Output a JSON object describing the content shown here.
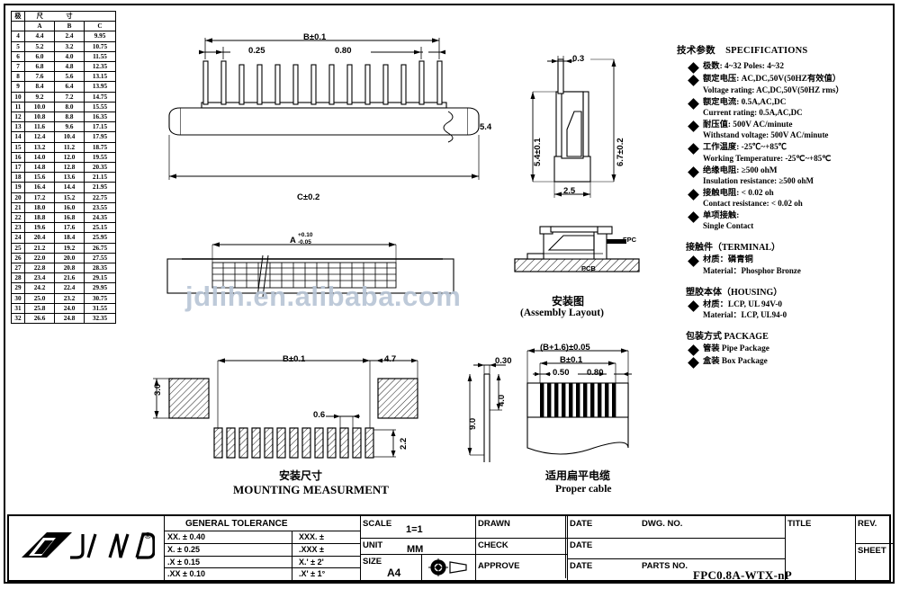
{
  "sheet": {
    "watermark": "jdlih.en.alibaba.com"
  },
  "dim_table": {
    "header_top_left": "极",
    "header_top_mid": "尺",
    "header_top_right": "寸",
    "columns": [
      "A",
      "B",
      "C"
    ],
    "rows": [
      {
        "poles": "4",
        "a": "4.4",
        "b": "2.4",
        "c": "9.95"
      },
      {
        "poles": "5",
        "a": "5.2",
        "b": "3.2",
        "c": "10.75"
      },
      {
        "poles": "6",
        "a": "6.0",
        "b": "4.0",
        "c": "11.55"
      },
      {
        "poles": "7",
        "a": "6.8",
        "b": "4.8",
        "c": "12.35"
      },
      {
        "poles": "8",
        "a": "7.6",
        "b": "5.6",
        "c": "13.15"
      },
      {
        "poles": "9",
        "a": "8.4",
        "b": "6.4",
        "c": "13.95"
      },
      {
        "poles": "10",
        "a": "9.2",
        "b": "7.2",
        "c": "14.75"
      },
      {
        "poles": "11",
        "a": "10.0",
        "b": "8.0",
        "c": "15.55"
      },
      {
        "poles": "12",
        "a": "10.8",
        "b": "8.8",
        "c": "16.35"
      },
      {
        "poles": "13",
        "a": "11.6",
        "b": "9.6",
        "c": "17.15"
      },
      {
        "poles": "14",
        "a": "12.4",
        "b": "10.4",
        "c": "17.95"
      },
      {
        "poles": "15",
        "a": "13.2",
        "b": "11.2",
        "c": "18.75"
      },
      {
        "poles": "16",
        "a": "14.0",
        "b": "12.0",
        "c": "19.55"
      },
      {
        "poles": "17",
        "a": "14.8",
        "b": "12.8",
        "c": "20.35"
      },
      {
        "poles": "18",
        "a": "15.6",
        "b": "13.6",
        "c": "21.15"
      },
      {
        "poles": "19",
        "a": "16.4",
        "b": "14.4",
        "c": "21.95"
      },
      {
        "poles": "20",
        "a": "17.2",
        "b": "15.2",
        "c": "22.75"
      },
      {
        "poles": "21",
        "a": "18.0",
        "b": "16.0",
        "c": "23.55"
      },
      {
        "poles": "22",
        "a": "18.8",
        "b": "16.8",
        "c": "24.35"
      },
      {
        "poles": "23",
        "a": "19.6",
        "b": "17.6",
        "c": "25.15"
      },
      {
        "poles": "24",
        "a": "20.4",
        "b": "18.4",
        "c": "25.95"
      },
      {
        "poles": "25",
        "a": "21.2",
        "b": "19.2",
        "c": "26.75"
      },
      {
        "poles": "26",
        "a": "22.0",
        "b": "20.0",
        "c": "27.55"
      },
      {
        "poles": "27",
        "a": "22.8",
        "b": "20.8",
        "c": "28.35"
      },
      {
        "poles": "28",
        "a": "23.4",
        "b": "21.6",
        "c": "29.15"
      },
      {
        "poles": "29",
        "a": "24.2",
        "b": "22.4",
        "c": "29.95"
      },
      {
        "poles": "30",
        "a": "25.0",
        "b": "23.2",
        "c": "30.75"
      },
      {
        "poles": "31",
        "a": "25.8",
        "b": "24.0",
        "c": "31.55"
      },
      {
        "poles": "32",
        "a": "26.6",
        "b": "24.8",
        "c": "32.35"
      }
    ]
  },
  "front_view": {
    "dim_overall": "B±0.1",
    "dim_first_pitch": "0.25",
    "dim_pitch": "0.80",
    "dim_width": "C±0.2",
    "dim_height": "5.4"
  },
  "side_view": {
    "dim_top": "0.3",
    "dim_left": "5.4±0.1",
    "dim_right": "6.7±0.2",
    "dim_bottom": "2.5"
  },
  "top_view": {
    "dim_a": "A",
    "dim_a_plus": "+0.10",
    "dim_a_minus": "-0.05"
  },
  "assembly": {
    "label_fpc": "FPC",
    "label_pcb": "PCB",
    "caption_cn": "安装图",
    "caption_en": "(Assembly Layout)"
  },
  "mounting": {
    "dim_b": "B±0.1",
    "dim_47": "4.7",
    "dim_30": "3.0",
    "dim_06": "0.6",
    "dim_22": "2.2",
    "caption_cn": "安装尺寸",
    "caption_en": "MOUNTING MEASURMENT"
  },
  "cable": {
    "dim_thickness": "0.30",
    "dim_40": "4.0",
    "dim_90": "9.0",
    "dim_outer": "(B+1.6)±0.05",
    "dim_b": "B±0.1",
    "dim_050": "0.50",
    "dim_080": "0.80",
    "caption_cn": "适用扁平电缆",
    "caption_en": "Proper cable"
  },
  "specifications": {
    "title_cn": "技术参数",
    "title_en": "SPECIFICATIONS",
    "items": [
      {
        "cn": "极数: 4~32      Poles: 4~32",
        "en": ""
      },
      {
        "cn": "额定电压: AC,DC,50V(50HZ有效值）",
        "en": "Voltage rating: AC,DC,50V(50HZ rms）"
      },
      {
        "cn": "额定电流: 0.5A,AC,DC",
        "en": "Current rating: 0.5A,AC,DC"
      },
      {
        "cn": "耐压值: 500V AC/minute",
        "en": "Withstand voltage: 500V AC/minute"
      },
      {
        "cn": "工作温度: -25℃~+85℃",
        "en": "Working Temperature: -25℃~+85℃"
      },
      {
        "cn": "绝缘电阻: ≥500 ohM",
        "en": "Insulation resistance:  ≥500 ohM"
      },
      {
        "cn": "接触电阻: < 0.02 oh",
        "en": "Contact resistance: < 0.02 oh"
      },
      {
        "cn": "单项接触:",
        "en": "Single Contact"
      }
    ],
    "terminal": {
      "head": "接触件（TERMINAL）",
      "cn": "材质：磷青铜",
      "en": "Material：Phosphor Bronze"
    },
    "housing": {
      "head": "塑胶本体（HOUSING）",
      "cn": "材质：LCP, UL 94V-0",
      "en": "Material：LCP, UL94-0"
    },
    "package": {
      "head": "包装方式   PACKAGE",
      "item1": "管装  Pipe Package",
      "item2": "盒装  Box Package"
    }
  },
  "title_block": {
    "logo_text": "JIND",
    "logo_mark": "®",
    "tolerance_header": "GENERAL  TOLERANCE",
    "tolerances": [
      {
        "left": "XX. ± 0.40",
        "right": "XXX. ±"
      },
      {
        "left": "X. ± 0.25",
        "right": ".XXX ±"
      },
      {
        "left": ".X ± 0.15",
        "right": "X.' ± 2'"
      },
      {
        "left": ".XX ± 0.10",
        "right": ".X' ± 1°"
      }
    ],
    "scale_label": "SCALE",
    "scale_value": "1=1",
    "unit_label": "UNIT",
    "unit_value": "MM",
    "size_label": "SIZE",
    "size_value": "A4",
    "drawn_label": "DRAWN",
    "drawn_value": "",
    "check_label": "CHECK",
    "check_value": "",
    "approve_label": "APPROVE",
    "approve_value": "",
    "date_label_1": "DATE",
    "date_label_2": "DATE",
    "date_label_3": "DATE",
    "dwg_no_label": "DWG. NO.",
    "dwg_no_value": "",
    "parts_no_label": "PARTS  NO.",
    "parts_no_value": "FPC0.8A-WTX-nP",
    "title_label": "TITLE",
    "title_value": "",
    "rev_label": "REV.",
    "rev_value": "",
    "sheet_label": "SHEET",
    "sheet_value": ""
  }
}
